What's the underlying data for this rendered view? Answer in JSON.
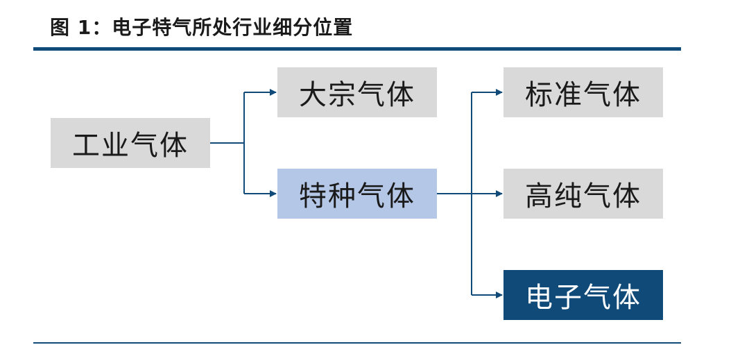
{
  "title": "图 1：电子特气所处行业细分位置",
  "colors": {
    "rule": "#0f4a78",
    "line": "#0f4a78",
    "node_gray": "#d9d9d9",
    "node_highlight": "#b4c7e7",
    "node_dark": "#0f4a78"
  },
  "nodes": {
    "industrial_gas": "工业气体",
    "bulk_gas": "大宗气体",
    "specialty_gas": "特种气体",
    "standard_gas": "标准气体",
    "high_purity_gas": "高纯气体",
    "electronic_gas": "电子气体"
  },
  "edges": [
    {
      "from": "industrial_gas",
      "to": "bulk_gas"
    },
    {
      "from": "industrial_gas",
      "to": "specialty_gas"
    },
    {
      "from": "specialty_gas",
      "to": "standard_gas"
    },
    {
      "from": "specialty_gas",
      "to": "high_purity_gas"
    },
    {
      "from": "specialty_gas",
      "to": "electronic_gas"
    }
  ]
}
